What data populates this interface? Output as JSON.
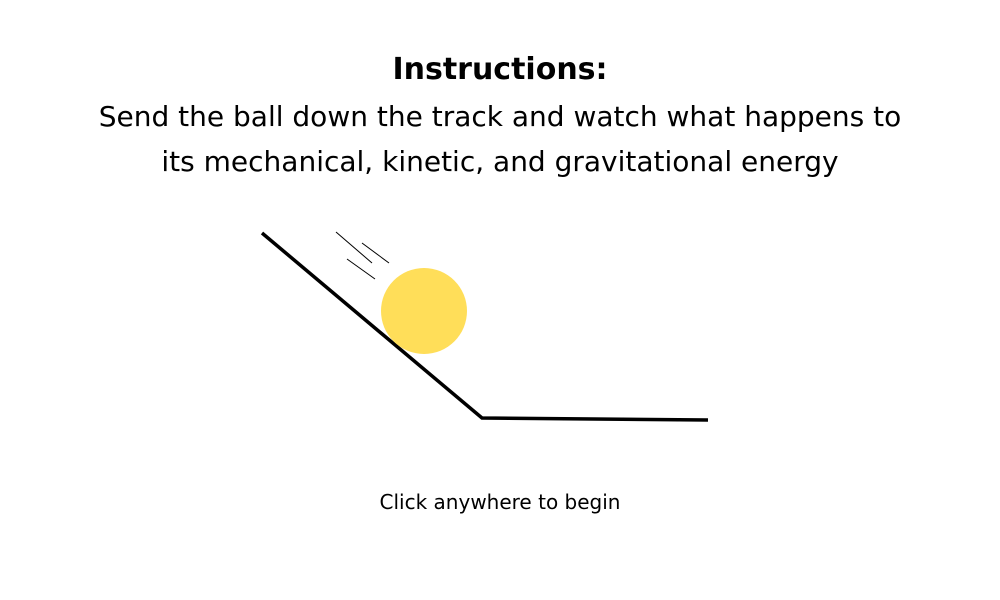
{
  "instructions": {
    "heading": "Instructions:",
    "line1": "Send the ball down the track and watch what happens to",
    "line2": "its mechanical, kinetic, and gravitational energy"
  },
  "hint": "Click anywhere to begin",
  "colors": {
    "ball": "#FFDE59",
    "track": "#000000",
    "background": "#FFFFFF"
  }
}
